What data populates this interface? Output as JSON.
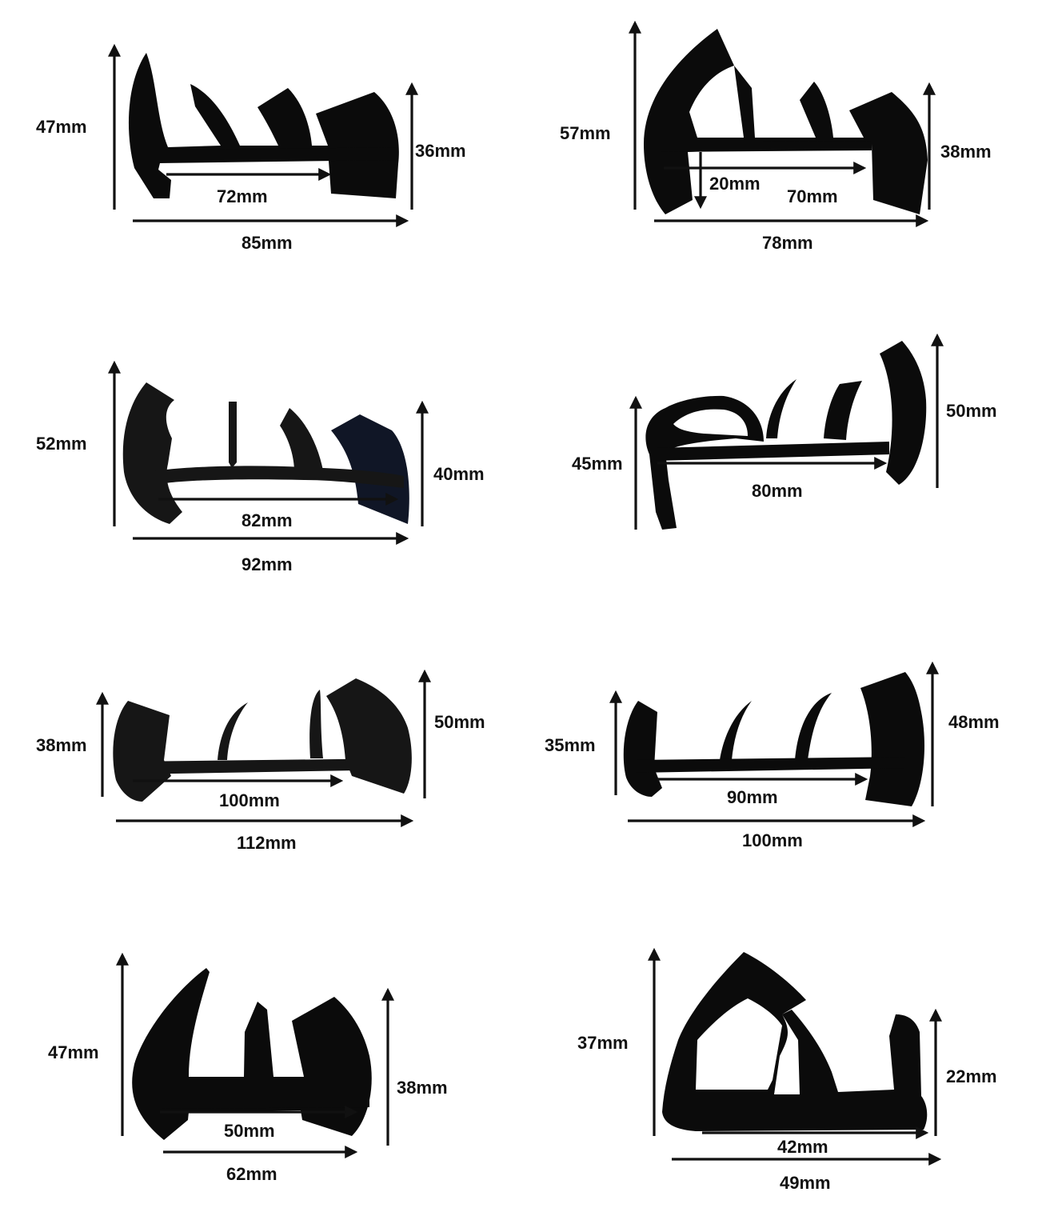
{
  "profiles": [
    {
      "id": "p1",
      "labels": {
        "h_left": "47mm",
        "h_right": "36mm",
        "w_inner": "72mm",
        "w_outer": "85mm"
      }
    },
    {
      "id": "p2",
      "labels": {
        "h_left": "57mm",
        "h_right": "38mm",
        "w_inner": "70mm",
        "w_outer": "78mm",
        "depth": "20mm"
      }
    },
    {
      "id": "p3",
      "labels": {
        "h_left": "52mm",
        "h_right": "40mm",
        "w_inner": "82mm",
        "w_outer": "92mm"
      }
    },
    {
      "id": "p4",
      "labels": {
        "h_left": "45mm",
        "h_right": "50mm",
        "w_inner": "80mm"
      }
    },
    {
      "id": "p5",
      "labels": {
        "h_left": "38mm",
        "h_right": "50mm",
        "w_inner": "100mm",
        "w_outer": "112mm"
      }
    },
    {
      "id": "p6",
      "labels": {
        "h_left": "35mm",
        "h_right": "48mm",
        "w_inner": "90mm",
        "w_outer": "100mm"
      }
    },
    {
      "id": "p7",
      "labels": {
        "h_left": "47mm",
        "h_right": "38mm",
        "w_inner": "50mm",
        "w_outer": "62mm"
      }
    },
    {
      "id": "p8",
      "labels": {
        "h_left": "37mm",
        "h_right": "22mm",
        "w_inner": "42mm",
        "w_outer": "49mm"
      }
    }
  ]
}
